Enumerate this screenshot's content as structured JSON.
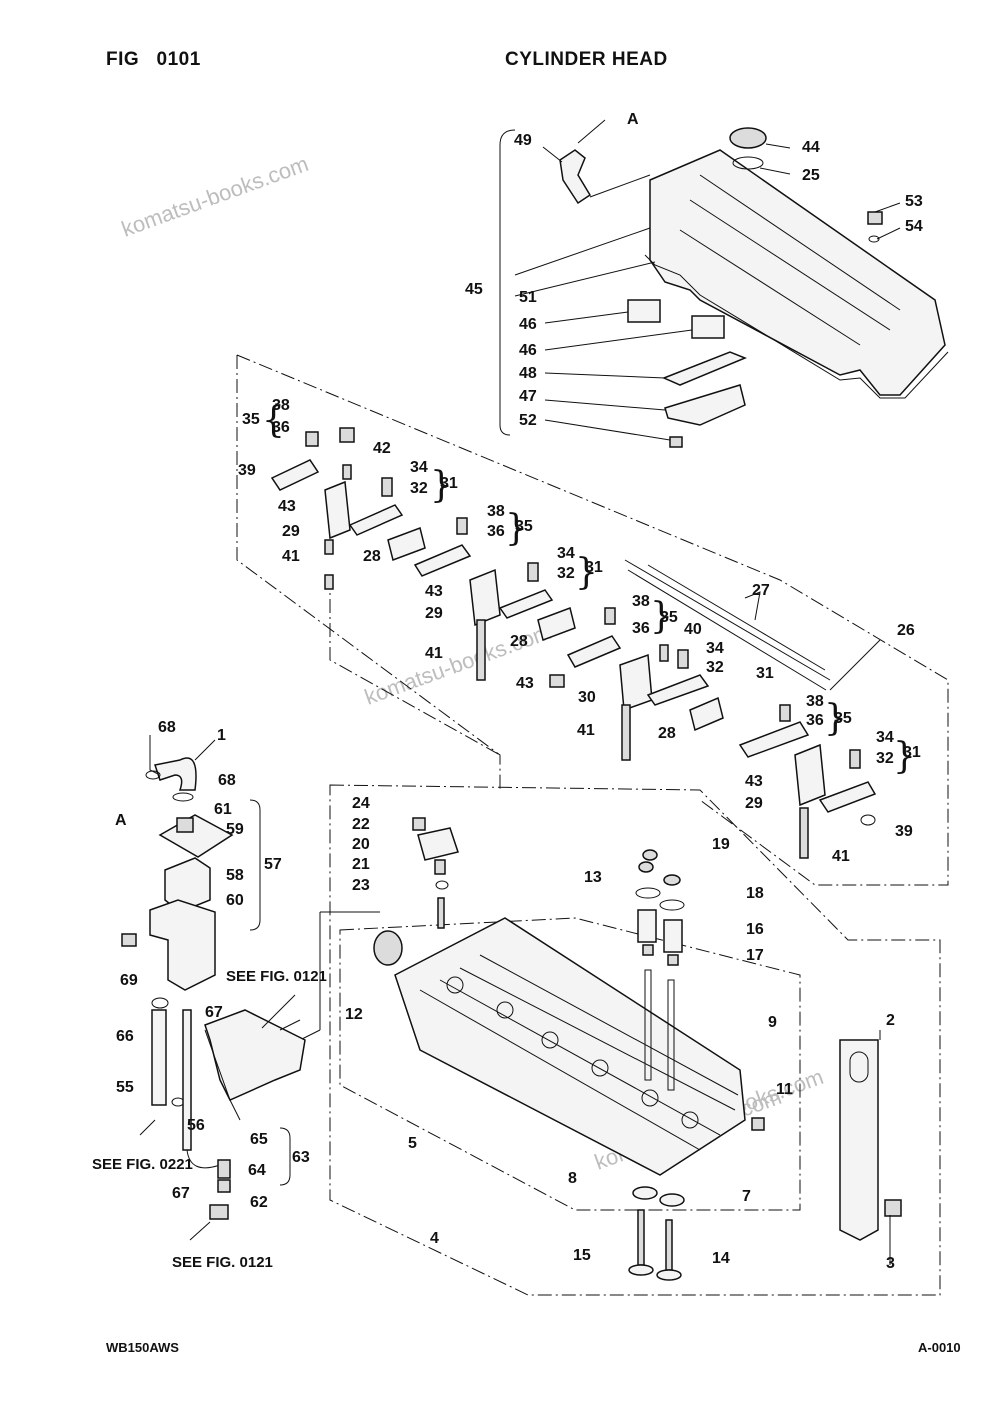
{
  "header": {
    "fig_label": "FIG",
    "fig_number": "0101",
    "title": "CYLINDER HEAD"
  },
  "footer": {
    "model": "WB150AWS",
    "page_code": "A-0010"
  },
  "watermarks": [
    "komatsu-books.com",
    "komatsu-books.com",
    "komatsu-books.com",
    "komatsu-books.com"
  ],
  "references": {
    "ref_0121_a": "SEE FIG. 0121",
    "ref_0221": "SEE FIG. 0221",
    "ref_0121_b": "SEE FIG. 0121",
    "view_a_top": "A",
    "view_a_left": "A"
  },
  "callouts": {
    "c1": "1",
    "c2": "2",
    "c3": "3",
    "c4": "4",
    "c5": "5",
    "c7": "7",
    "c8": "8",
    "c9": "9",
    "c11": "11",
    "c12": "12",
    "c13": "13",
    "c14": "14",
    "c15": "15",
    "c16": "16",
    "c17": "17",
    "c18": "18",
    "c19": "19",
    "c20": "20",
    "c21": "21",
    "c22": "22",
    "c23": "23",
    "c24": "24",
    "c25": "25",
    "c26": "26",
    "c27": "27",
    "c28a": "28",
    "c28b": "28",
    "c28c": "28",
    "c29a": "29",
    "c29b": "29",
    "c29c": "29",
    "c30": "30",
    "c31a": "31",
    "c31b": "31",
    "c31c": "31",
    "c31d": "31",
    "c32a": "32",
    "c32b": "32",
    "c32c": "32",
    "c32d": "32",
    "c34a": "34",
    "c34b": "34",
    "c34c": "34",
    "c34d": "34",
    "c35a": "35",
    "c35b": "35",
    "c35c": "35",
    "c35d": "35",
    "c36a": "36",
    "c36b": "36",
    "c36c": "36",
    "c36d": "36",
    "c38a": "38",
    "c38b": "38",
    "c38c": "38",
    "c38d": "38",
    "c39a": "39",
    "c39b": "39",
    "c40": "40",
    "c41a": "41",
    "c41b": "41",
    "c41c": "41",
    "c41d": "41",
    "c42": "42",
    "c43a": "43",
    "c43b": "43",
    "c43c": "43",
    "c43d": "43",
    "c44": "44",
    "c45": "45",
    "c46a": "46",
    "c46b": "46",
    "c47": "47",
    "c48": "48",
    "c49": "49",
    "c51": "51",
    "c52": "52",
    "c53": "53",
    "c54": "54",
    "c55": "55",
    "c56": "56",
    "c57": "57",
    "c58": "58",
    "c59": "59",
    "c60": "60",
    "c61": "61",
    "c62": "62",
    "c63": "63",
    "c64": "64",
    "c65": "65",
    "c66": "66",
    "c67a": "67",
    "c67b": "67",
    "c68a": "68",
    "c68b": "68",
    "c69": "69"
  }
}
